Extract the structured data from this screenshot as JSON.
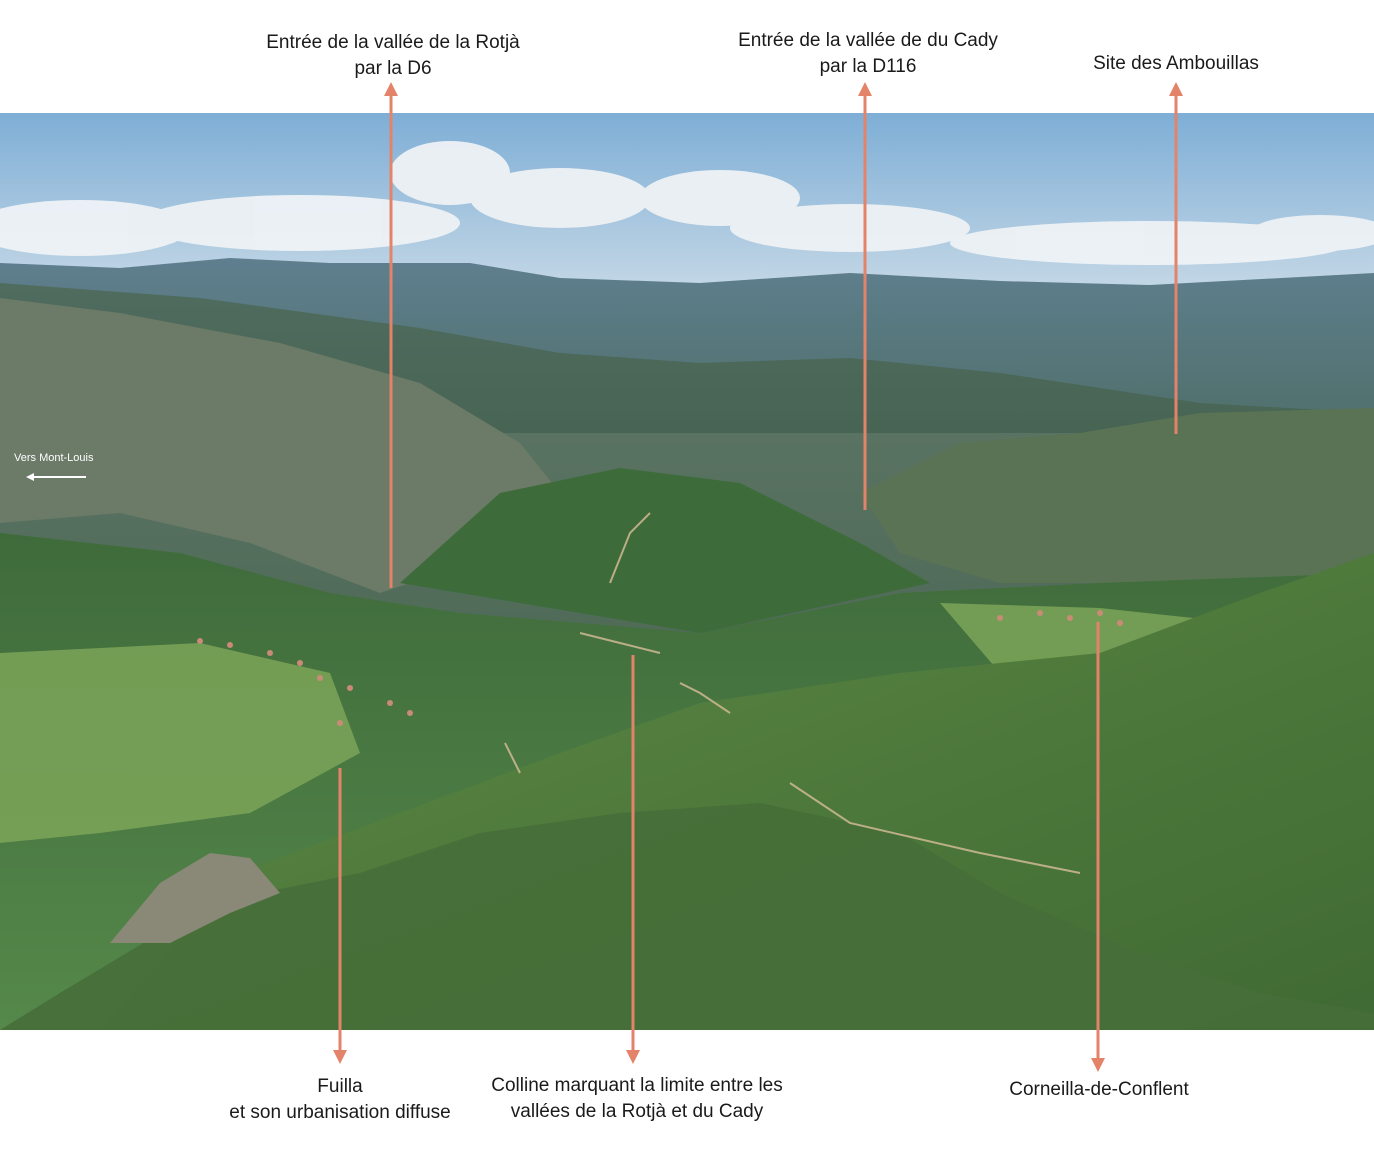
{
  "labels": {
    "rotja": {
      "line1": "Entrée de la vallée de la Rotjà",
      "line2": "par la D6"
    },
    "cady": {
      "line1": "Entrée de la vallée de du Cady",
      "line2": "par la D116"
    },
    "ambouillas": {
      "line1": "Site des Ambouillas"
    },
    "fuilla": {
      "line1": "Fuilla",
      "line2": "et son urbanisation diffuse"
    },
    "colline": {
      "line1": "Colline marquant la limite entre les",
      "line2": "vallées de la Rotjà et du Cady"
    },
    "corneilla": {
      "line1": "Corneilla-de-Conflent"
    },
    "mont_louis": "Vers Mont-Louis"
  },
  "colors": {
    "arrow": "#e3836a",
    "sky": "#8fb6d8",
    "forest": "#3f6e3a",
    "meadow": "#6a9a4a"
  }
}
